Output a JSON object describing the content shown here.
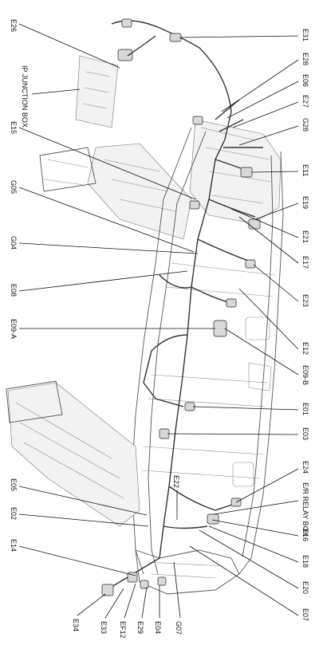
{
  "labels": {
    "e26": "E26",
    "ip_junction_box": "IP JUNCTION BOX",
    "e31": "E31",
    "e28": "E28",
    "e06": "E06",
    "e27": "E27",
    "g28": "G28",
    "e15": "E15",
    "e11": "E11",
    "e19": "E19",
    "g05": "G05",
    "e21": "E21",
    "g04": "G04",
    "e17": "E17",
    "e08": "E08",
    "e23": "E23",
    "e09a": "E09-A",
    "e12": "E12",
    "e09b": "E09-B",
    "e01": "E01",
    "e03": "E03",
    "e05": "E05",
    "e22": "E22",
    "e24": "E24",
    "er_relay_box": "E/R RELAY BOX",
    "e02": "E02",
    "e16": "E16",
    "e18": "E18",
    "e14": "E14",
    "e20": "E20",
    "e07": "E07",
    "e34": "E34",
    "e33": "E33",
    "ef12": "EF12",
    "e29": "E29",
    "e04": "E04",
    "g07": "G07"
  }
}
